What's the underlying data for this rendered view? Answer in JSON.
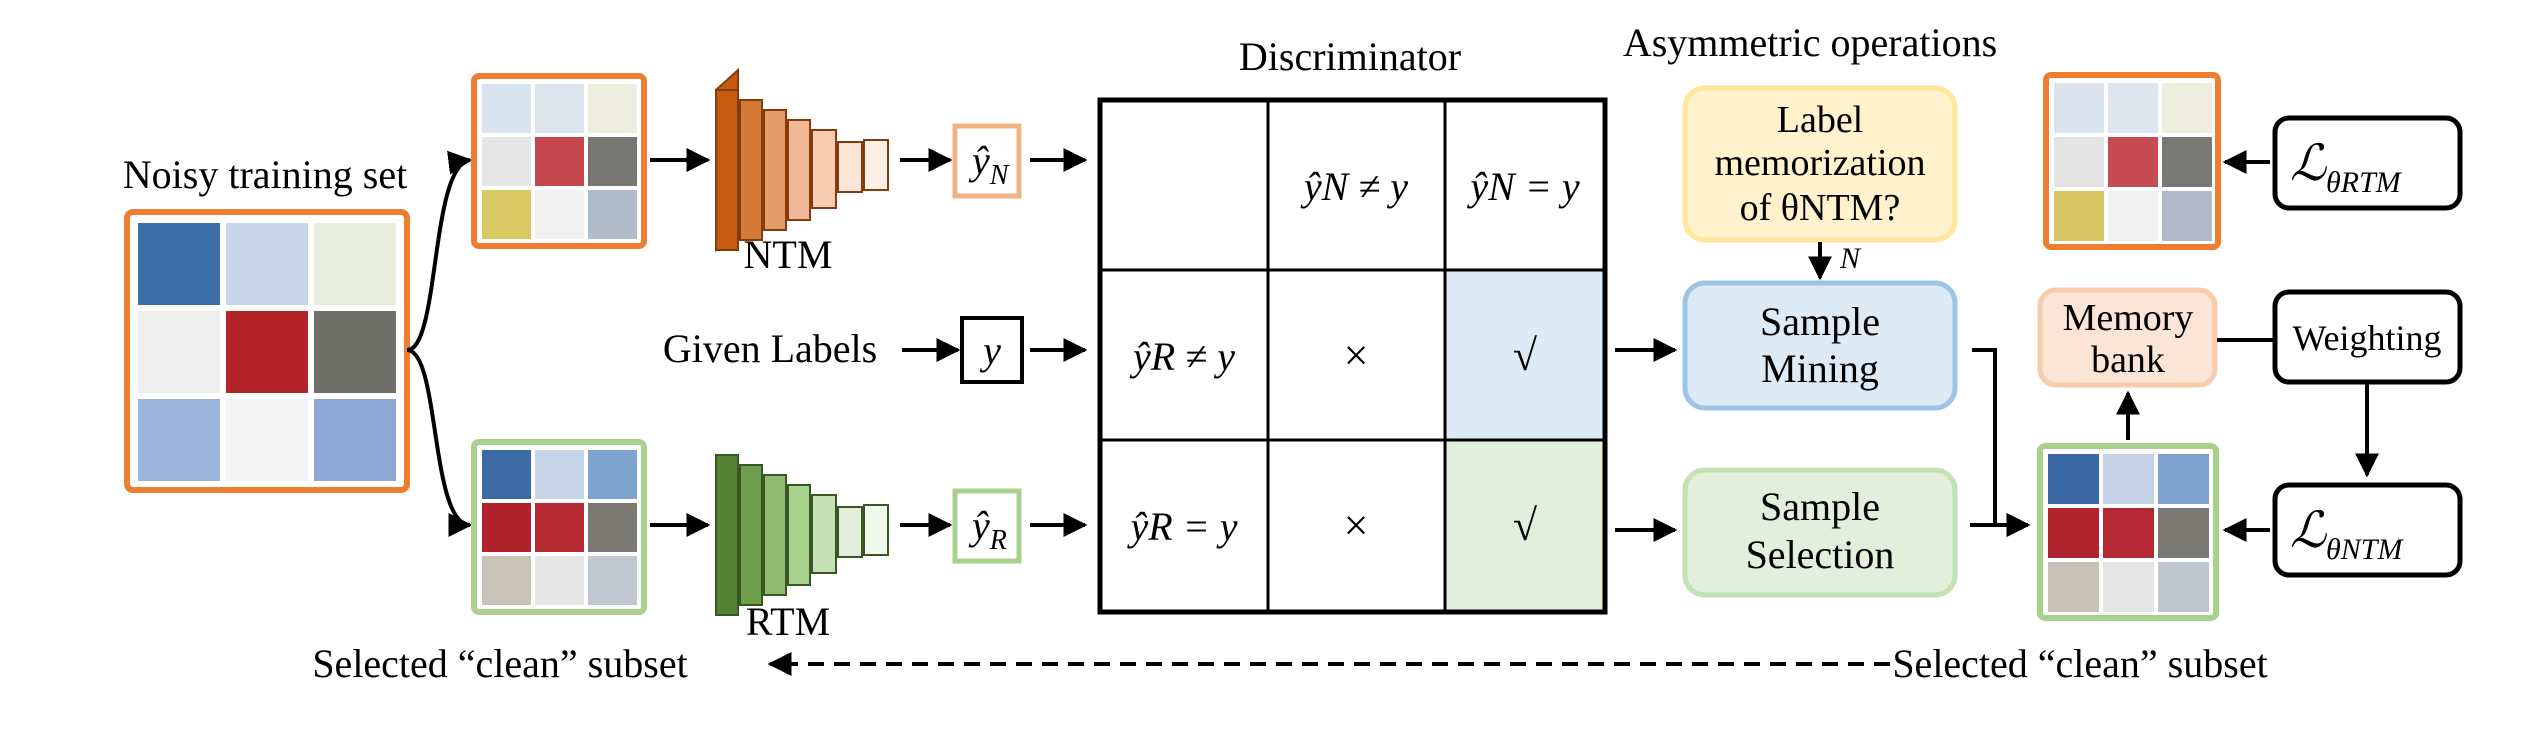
{
  "titles": {
    "discriminator": "Discriminator",
    "asymmetric": "Asymmetric operations"
  },
  "left": {
    "noisy_set_label": "Noisy training set",
    "given_labels": "Given Labels",
    "selected_clean_left": "Selected “clean” subset",
    "selected_clean_right": "Selected “clean” subset"
  },
  "models": {
    "ntm_label": "NTM",
    "rtm_label": "RTM",
    "ntm_output": "ŷ",
    "ntm_output_sub": "N",
    "rtm_output": "ŷ",
    "rtm_output_sub": "R",
    "label_symbol": "y"
  },
  "table": {
    "header_col1": "ŷN ≠ y",
    "header_col2": "ŷN = y",
    "row1_head": "ŷR ≠ y",
    "row2_head": "ŷR = y",
    "row1_col1": "×",
    "row1_col2": "√",
    "row2_col1": "×",
    "row2_col2": "√"
  },
  "ops": {
    "memorization_line1": "Label",
    "memorization_line2": "memorization",
    "memorization_line3": "of θNTM?",
    "n_arrow_label": "N",
    "mining_line1": "Sample",
    "mining_line2": "Mining",
    "selection_line1": "Sample",
    "selection_line2": "Selection"
  },
  "right": {
    "memory_line1": "Memory",
    "memory_line2": "bank",
    "weighting": "Weighting",
    "loss_rtm_sub": "θRTM",
    "loss_ntm_sub": "θNTM",
    "loss_symbol": "ℒ"
  },
  "colors": {
    "orange": "#ED7D31",
    "green": "#A9D18E",
    "dark_green": "#548235",
    "blue_fill": "#DDEBF7",
    "blue_border": "#9DC3E6",
    "yellow_fill": "#FFF2CC",
    "yellow_border": "#FFE699",
    "green_fill": "#E2EFDA",
    "peach_fill": "#FBE5D6"
  }
}
